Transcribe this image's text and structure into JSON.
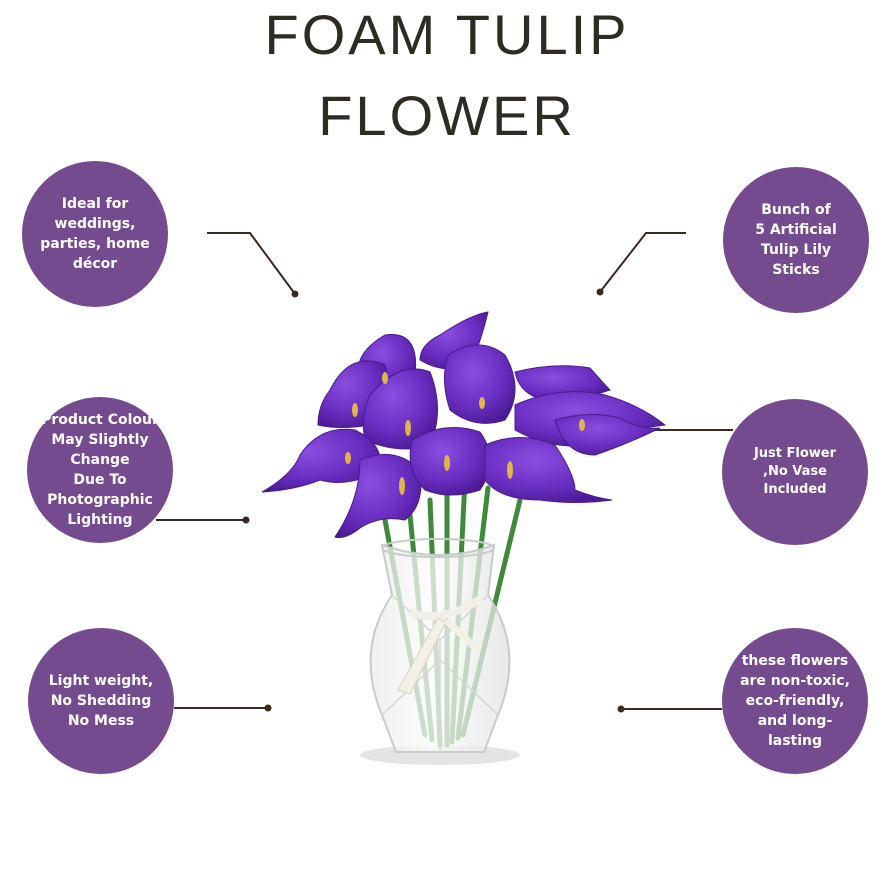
{
  "title": {
    "line1": "FOAM TULIP",
    "line2": "FLOWER"
  },
  "features": {
    "weddings": "Ideal for\nweddings,\nparties, home\ndécor",
    "bunch": "Bunch of\n5 Artificial\nTulip Lily\nSticks",
    "colour": "Product Colour\nMay Slightly\nChange\nDue To\nPhotographic\nLighting",
    "no_vase": "Just Flower\n,No Vase\nIncluded",
    "light": "Light weight,\nNo Shedding\nNo Mess",
    "non_toxic": "these flowers\nare non-toxic,\neco-friendly,\nand long-\nlasting"
  },
  "colors": {
    "bubble": "#744b8f",
    "title": "#2d2b22",
    "flower": "#6a2fc2",
    "connector": "#3a2a20"
  },
  "product_image": "purple-calla-lily-bouquet-in-glass-vase"
}
